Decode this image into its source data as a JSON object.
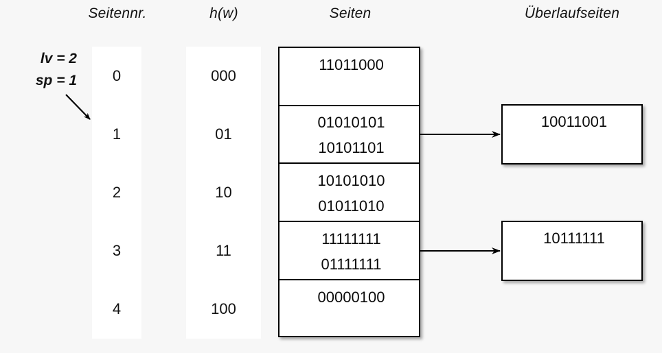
{
  "headers": {
    "seitennr": "Seitennr.",
    "hw": "h(w)",
    "seiten": "Seiten",
    "ueberlaufseiten": "Überlaufseiten"
  },
  "params": {
    "lv": "lv = 2",
    "sp": "sp = 1"
  },
  "directory": {
    "page_numbers": [
      "0",
      "1",
      "2",
      "3",
      "4"
    ],
    "hash_values": [
      "000",
      "01",
      "10",
      "11",
      "100"
    ]
  },
  "pages": [
    {
      "page_no": "0",
      "entries": [
        "11011000"
      ]
    },
    {
      "page_no": "1",
      "entries": [
        "01010101",
        "10101101"
      ]
    },
    {
      "page_no": "2",
      "entries": [
        "10101010",
        "01011010"
      ]
    },
    {
      "page_no": "3",
      "entries": [
        "11111111",
        "01111111"
      ]
    },
    {
      "page_no": "4",
      "entries": [
        "00000100"
      ]
    }
  ],
  "overflow_pages": [
    {
      "from_page": "1",
      "entries": [
        "10011001"
      ]
    },
    {
      "from_page": "3",
      "entries": [
        "10111111"
      ]
    }
  ],
  "colors": {
    "background": "#f7f7f7",
    "surface": "#ffffff",
    "stroke": "#000000",
    "text": "#121212"
  }
}
